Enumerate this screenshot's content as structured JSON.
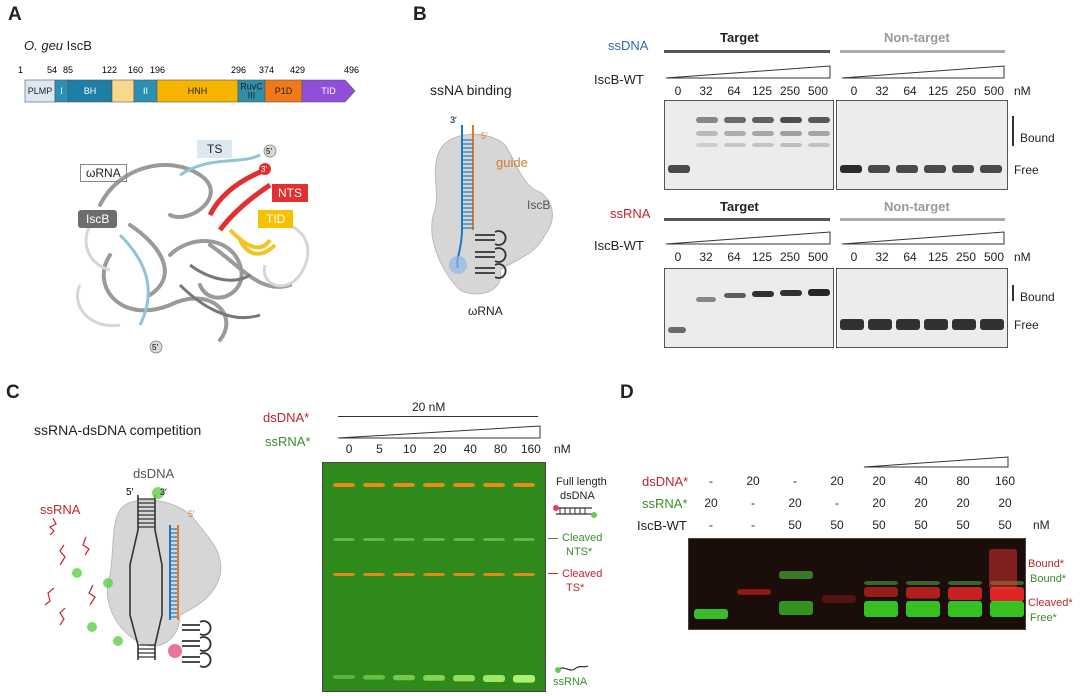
{
  "panelA": {
    "letter": "A",
    "protein_title_italic": "O. geu",
    "protein_title_rest": " IscB",
    "positions": [
      "1",
      "54",
      "85",
      "122",
      "160",
      "196",
      "296",
      "374",
      "429",
      "496"
    ],
    "domains": [
      "PLMP",
      "I",
      "BH",
      "",
      "II",
      "HNH",
      "RuvC III",
      "P1D",
      "TID"
    ],
    "domain_colors": [
      "#dbe8f4",
      "#2a91b5",
      "#1e7ea6",
      "#f8d98c",
      "#2a91b5",
      "#f6b400",
      "#2f8fa8",
      "#f07a1a",
      "#8f4fd8"
    ],
    "structure_labels": {
      "ts": "TS",
      "five_top": "5′",
      "three_top": "3′",
      "wrna": "ωRNA",
      "nts": "NTS",
      "iscb": "IscB",
      "tid": "TID",
      "five_bottom": "5′"
    }
  },
  "panelB": {
    "letter": "B",
    "title": "ssNA binding",
    "three_prime": "3′",
    "five_prime": "5′",
    "guide": "guide",
    "iscb": "IscB",
    "wrna": "ωRNA",
    "ssdna_label": "ssDNA",
    "ssrna_label": "ssRNA",
    "target": "Target",
    "nontarget": "Non-target",
    "iscb_wt": "IscB-WT",
    "concs": [
      "0",
      "32",
      "64",
      "125",
      "250",
      "500"
    ],
    "unit": "nM",
    "bound": "Bound",
    "free": "Free"
  },
  "panelC": {
    "letter": "C",
    "title": "ssRNA-dsDNA competition",
    "dsdna_label": "dsDNA*",
    "ssrna_label": "ssRNA*",
    "conc_fixed": "20 nM",
    "concs": [
      "0",
      "5",
      "10",
      "20",
      "40",
      "80",
      "160"
    ],
    "unit": "nM",
    "cartoon": {
      "dsdna": "dsDNA",
      "ssrna": "ssRNA",
      "five_a": "5′",
      "three": "3′",
      "five_b": "5′"
    },
    "band_labels": {
      "full_line1": "Full length",
      "full_line2": "dsDNA",
      "nts_line1": "Cleaved",
      "nts_line2": "NTS*",
      "ts_line1": "Cleaved",
      "ts_line2": "TS*",
      "ssrna": "ssRNA"
    }
  },
  "panelD": {
    "letter": "D",
    "row_dsdna_label": "dsDNA*",
    "row_ssrna_label": "ssRNA*",
    "row_iscb_label": "IscB-WT",
    "dsdna": [
      "-",
      "20",
      "-",
      "20",
      "20",
      "40",
      "80",
      "160"
    ],
    "ssrna": [
      "20",
      "-",
      "20",
      "-",
      "20",
      "20",
      "20",
      "20"
    ],
    "iscb": [
      "-",
      "-",
      "50",
      "50",
      "50",
      "50",
      "50",
      "50"
    ],
    "unit": "nM",
    "bound_red": "Bound*",
    "bound_green": "Bound*",
    "cleaved": "Cleaved*",
    "free": "Free*"
  }
}
